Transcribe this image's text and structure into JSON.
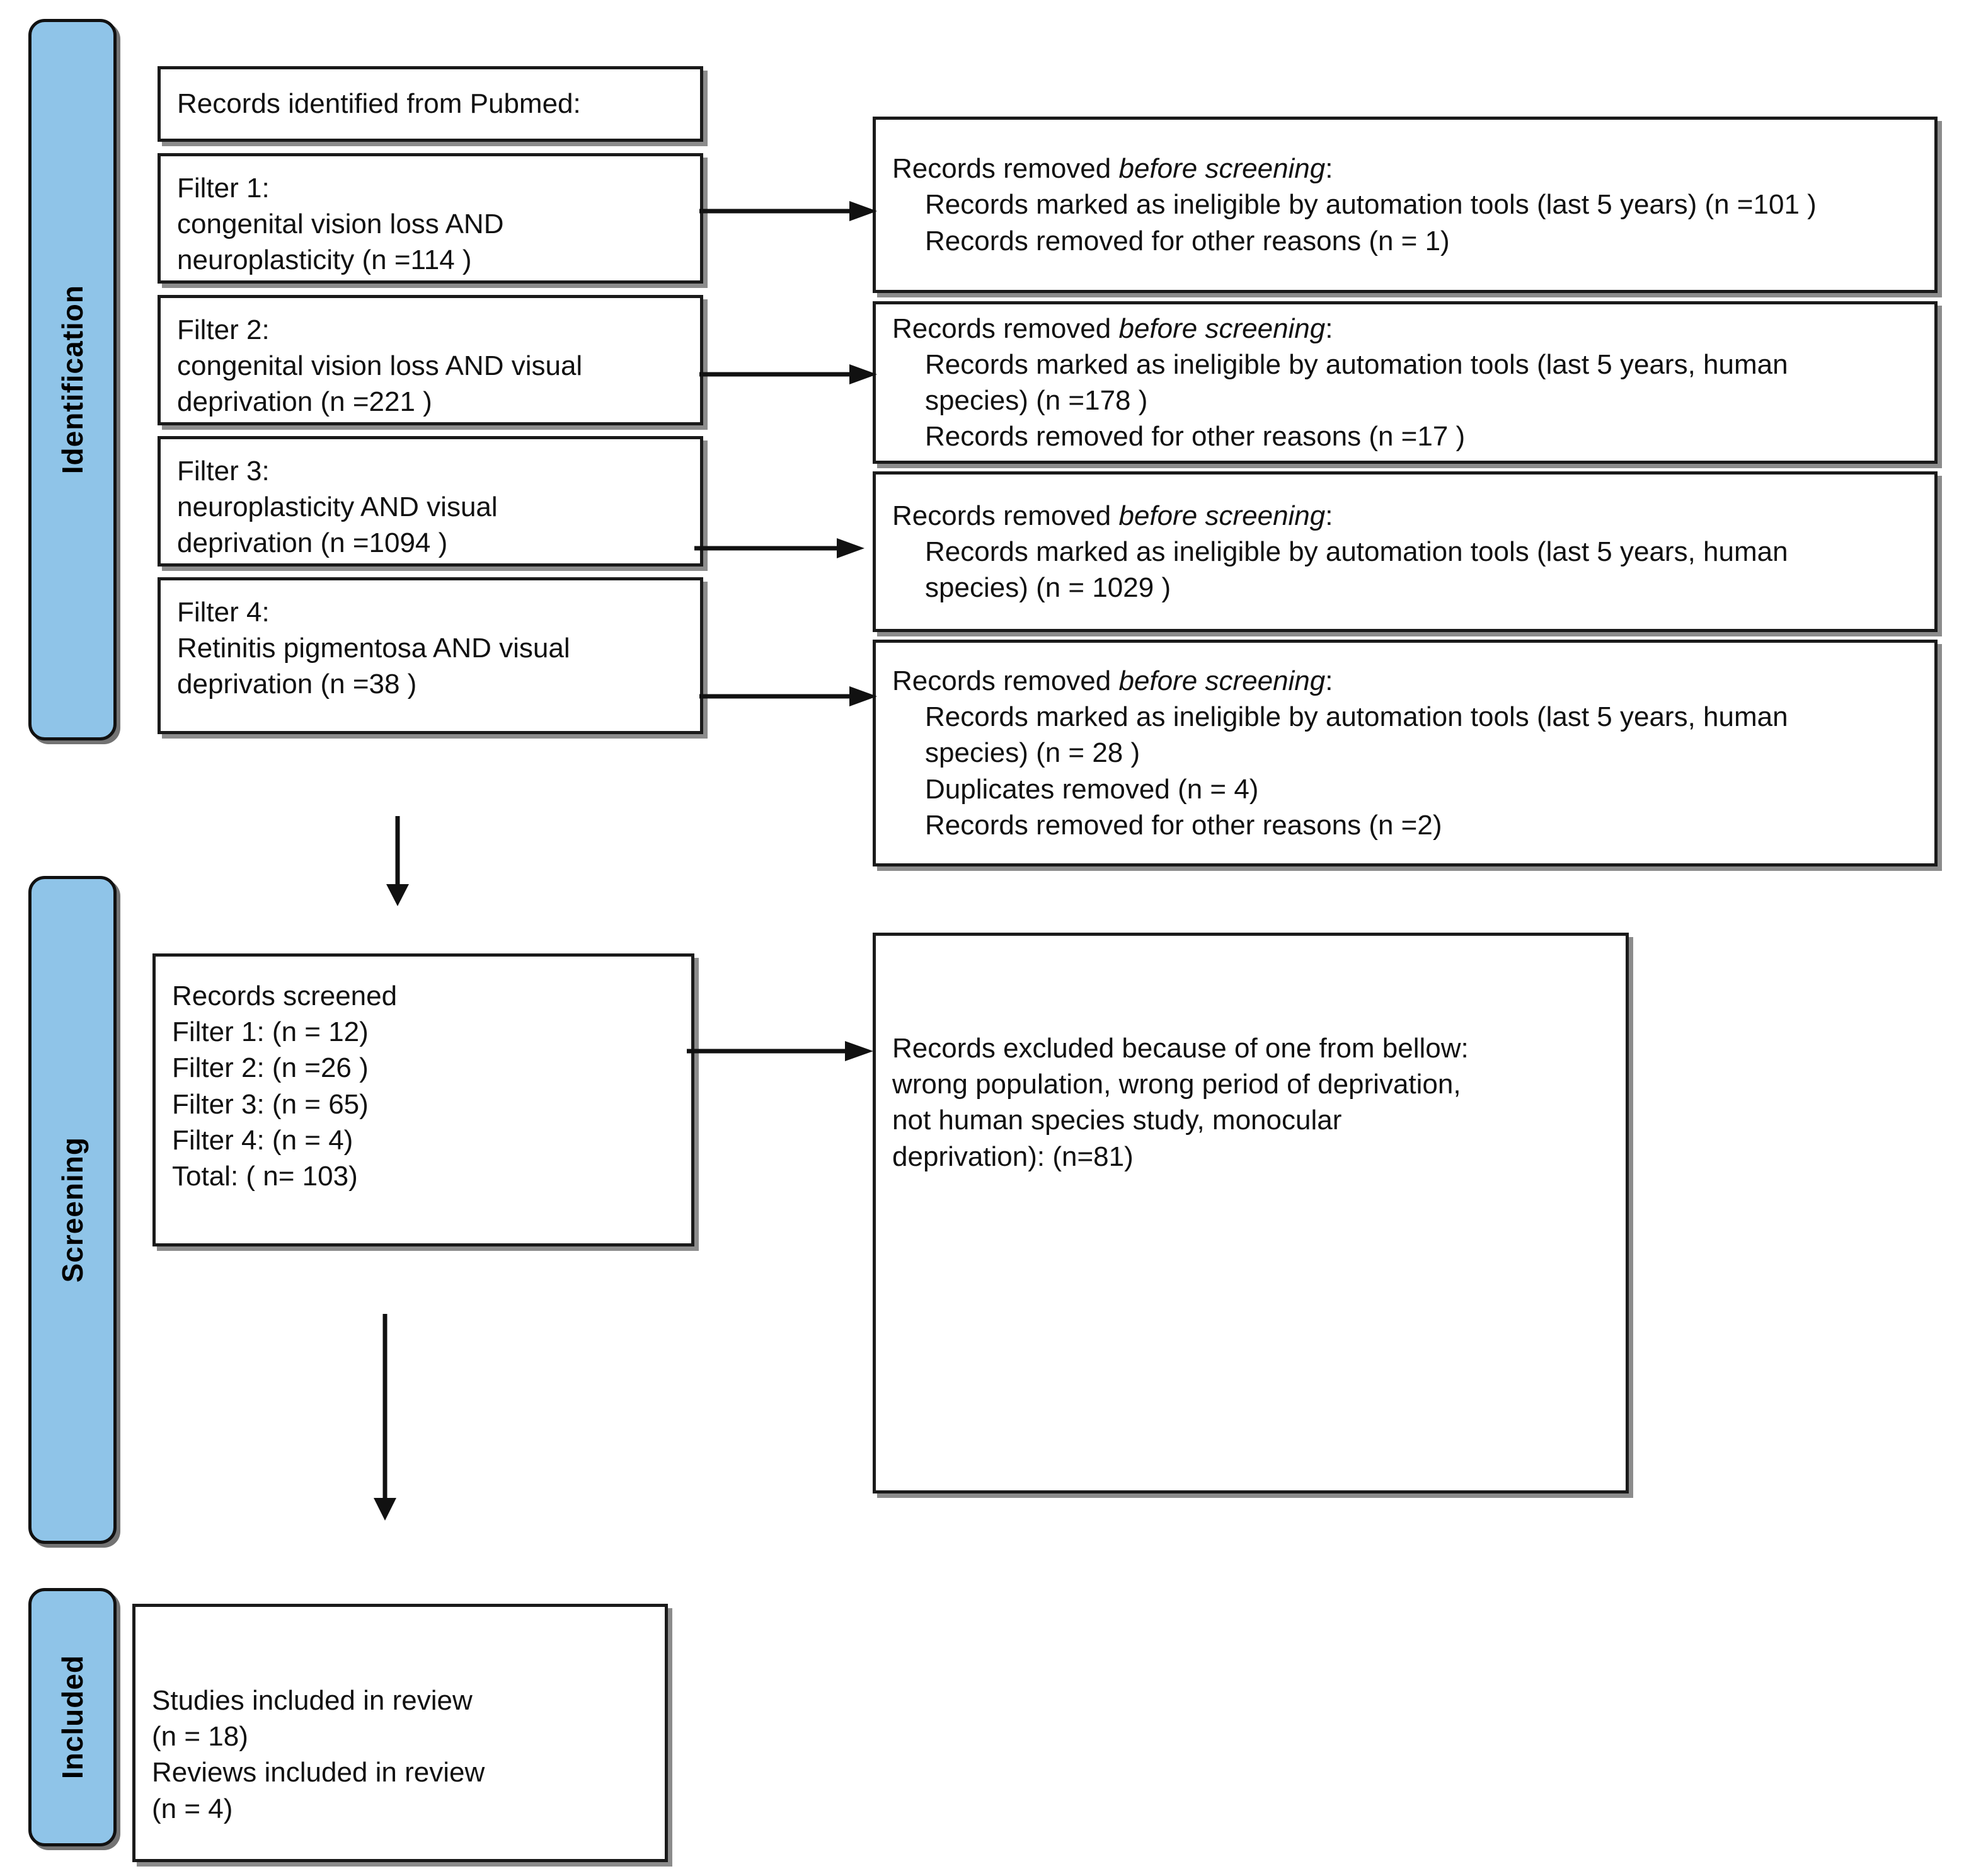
{
  "diagram": {
    "title": "PRISMA flow diagram",
    "accent_color": "#8FC4E8",
    "line_color": "#111111",
    "phases": [
      {
        "id": "identification",
        "label": "Identification"
      },
      {
        "id": "screening",
        "label": "Screening"
      },
      {
        "id": "included",
        "label": "Included"
      }
    ],
    "identification": {
      "source_box": {
        "text": "Records identified from Pubmed:"
      },
      "filters": [
        {
          "id": "filter-1",
          "line1": "Filter 1:",
          "line2": "congenital vision loss AND",
          "line3": "neuroplasticity (n =114 )"
        },
        {
          "id": "filter-2",
          "line1": "Filter 2:",
          "line2": "congenital vision loss AND visual",
          "line3": "deprivation (n =221 )"
        },
        {
          "id": "filter-3",
          "line1": "Filter 3:",
          "line2": "neuroplasticity AND visual",
          "line3": "deprivation (n =1094 )"
        },
        {
          "id": "filter-4",
          "line1": "Filter 4:",
          "line2": "Retinitis pigmentosa AND visual",
          "line3": "deprivation (n =38 )"
        }
      ],
      "removed_boxes": [
        {
          "id": "removed-1",
          "heading_prefix": "Records removed ",
          "heading_italic": "before screening",
          "heading_suffix": ":",
          "items": [
            "Records marked as ineligible by automation tools (last 5 years) (n =101 )",
            "Records removed for other reasons (n = 1)"
          ]
        },
        {
          "id": "removed-2",
          "heading_prefix": "Records removed ",
          "heading_italic": "before screening",
          "heading_suffix": ":",
          "items": [
            "Records marked as ineligible by automation tools (last 5 years, human\nspecies) (n =178 )",
            "Records removed for other reasons (n =17 )"
          ]
        },
        {
          "id": "removed-3",
          "heading_prefix": "Records removed ",
          "heading_italic": "before screening",
          "heading_suffix": ":",
          "items": [
            "Records marked as ineligible by automation tools (last 5 years, human\nspecies) (n = 1029 )"
          ]
        },
        {
          "id": "removed-4",
          "heading_prefix": "Records removed ",
          "heading_italic": "before screening",
          "heading_suffix": ":",
          "items": [
            "Records marked as ineligible by automation tools (last 5 years, human\nspecies) (n = 28 )",
            "Duplicates removed (n = 4)",
            "Records removed for other reasons (n =2)"
          ]
        }
      ]
    },
    "screening": {
      "screened_box": {
        "title": "Records screened",
        "rows": [
          "Filter 1: (n = 12)",
          "Filter 2: (n =26 )",
          "Filter 3: (n = 65)",
          "Filter 4: (n = 4)",
          "Total: ( n= 103)"
        ]
      },
      "excluded_box": {
        "lines": [
          "Records excluded because of one from bellow:",
          "wrong population, wrong period of deprivation,",
          "not human species study, monocular",
          "deprivation): (n=81)"
        ]
      }
    },
    "included": {
      "box": {
        "lines": [
          "Studies included in review",
          "(n = 18)",
          "Reviews included in review",
          "(n = 4)"
        ]
      }
    }
  }
}
